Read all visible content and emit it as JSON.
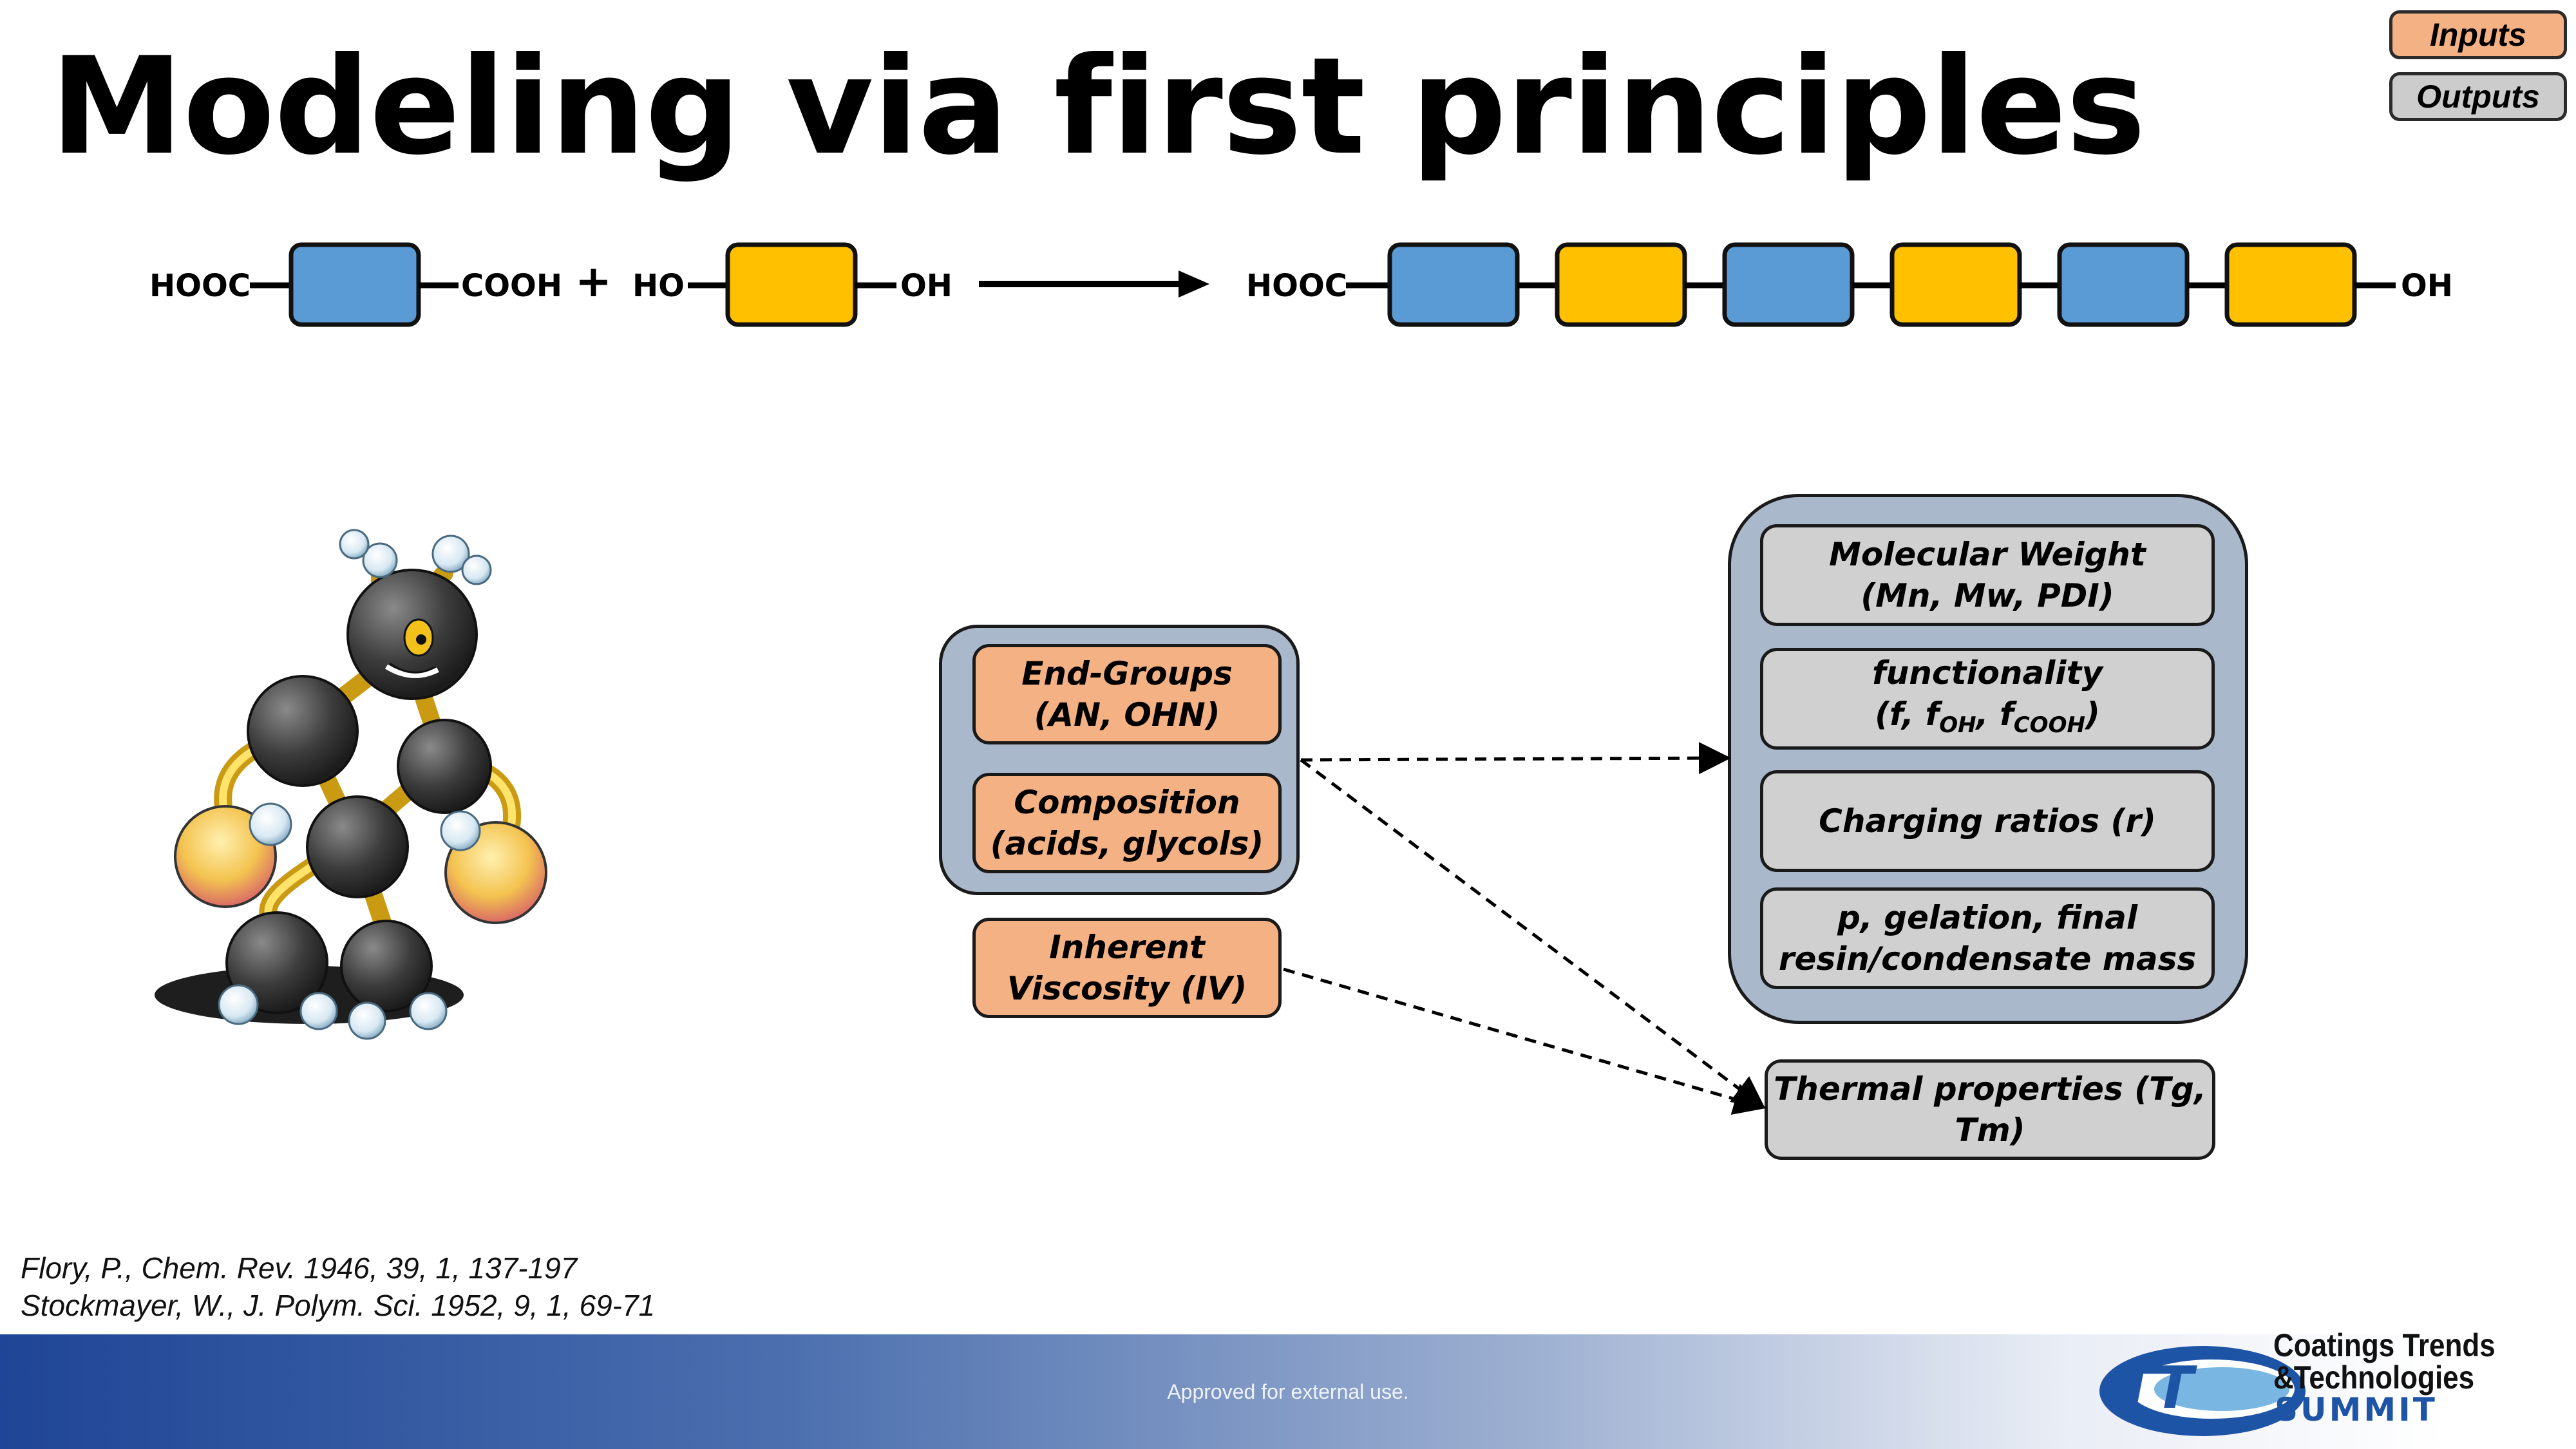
{
  "slide": {
    "title": "Modeling via first principles",
    "footer_note": "Approved for external use."
  },
  "legend": {
    "inputs_label": "Inputs",
    "outputs_label": "Outputs"
  },
  "reaction": {
    "reactant1_left": "HOOC",
    "reactant1_right": "COOH",
    "plus": "+",
    "reactant2_left": "HO",
    "reactant2_right": "OH",
    "product_left": "HOOC",
    "product_right": "OH",
    "colors": {
      "acid": "#5b9bd5",
      "glycol": "#ffc000"
    }
  },
  "inputs": {
    "end_groups": {
      "line1": "End-Groups",
      "line2": "(AN, OHN)"
    },
    "composition": {
      "line1": "Composition",
      "line2": "(acids, glycols)"
    },
    "viscosity": {
      "line1": "Inherent",
      "line2": "Viscosity (IV)"
    }
  },
  "outputs": {
    "molecular_weight": {
      "line1": "Molecular Weight",
      "line2": "(Mn, Mw, PDI)"
    },
    "functionality": {
      "line1": "functionality",
      "line2_prefix": "(f, f",
      "sub_oh": "OH",
      "sep": ", f",
      "sub_cooh": "COOH",
      "close": ")"
    },
    "charging": {
      "line1": "Charging ratios (r)"
    },
    "gelation": {
      "line1": "p, gelation, final",
      "line2": "resin/condensate mass"
    },
    "thermal": {
      "line1": "Thermal properties (Tg,",
      "line2": "Tm)"
    }
  },
  "references": [
    "Flory, P., Chem. Rev. 1946, 39, 1, 137-197",
    "Stockmayer, W., J. Polym. Sci. 1952, 9, 1, 69-71"
  ],
  "logo": {
    "monogram": "TT",
    "line1": "Coatings Trends",
    "line2": "&Technologies",
    "line3": "SUMMIT"
  }
}
